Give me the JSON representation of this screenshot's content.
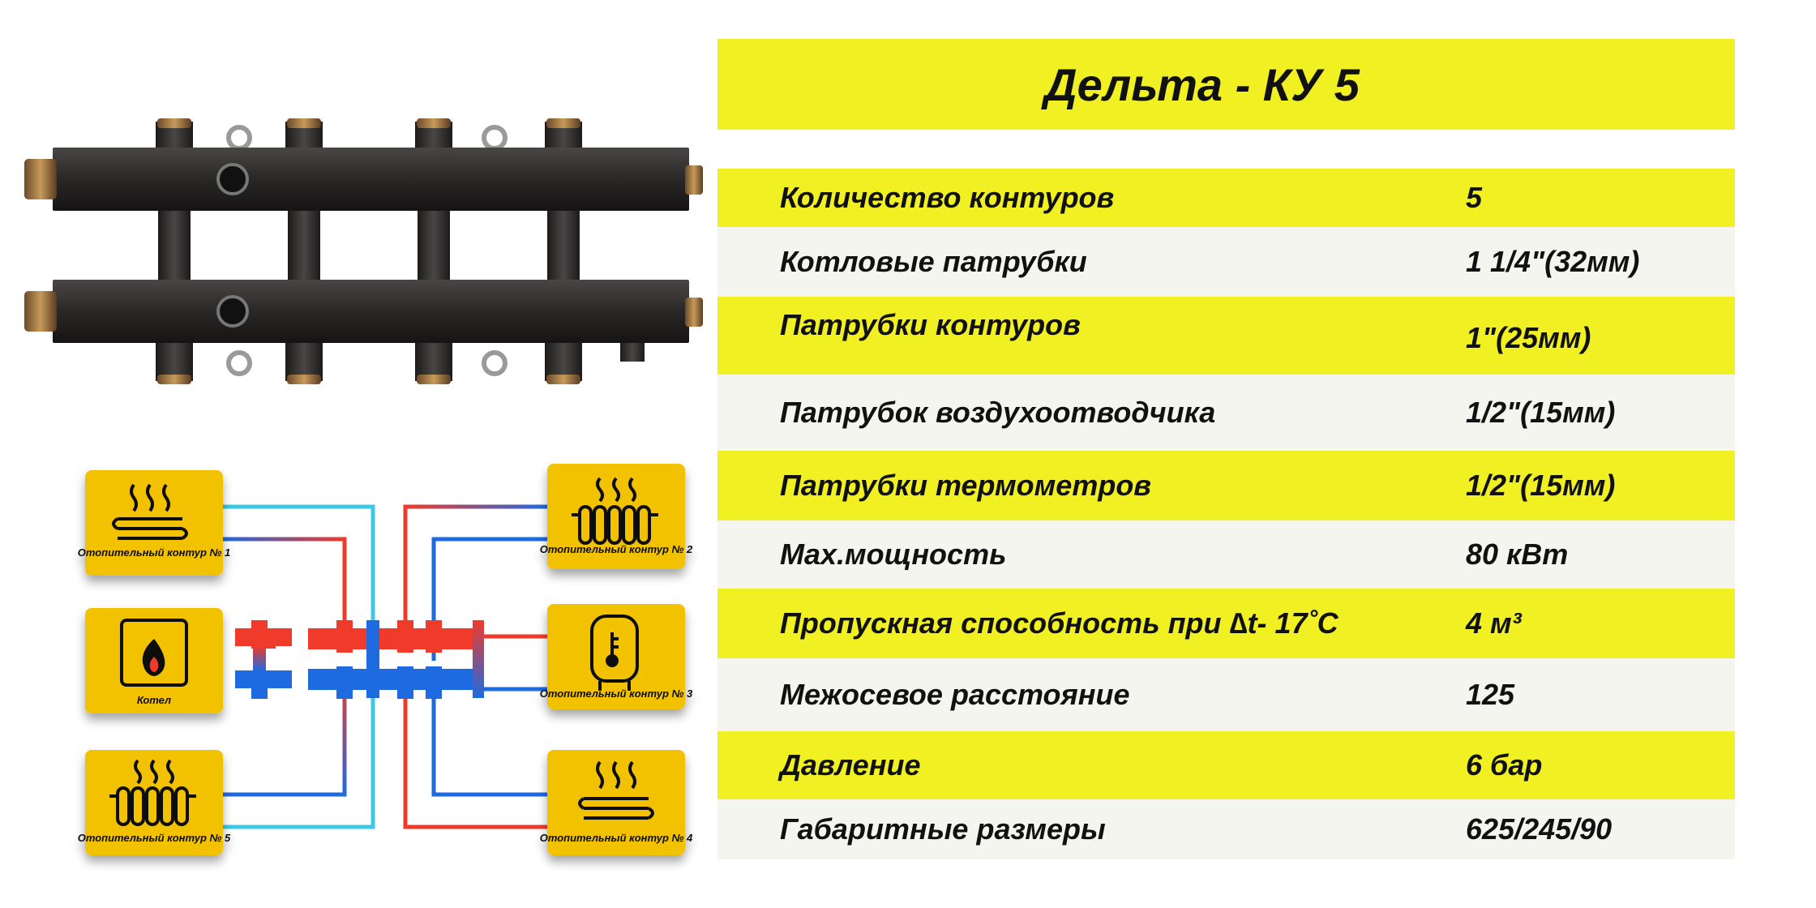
{
  "title": "Дельта - КУ 5",
  "specs": [
    {
      "label": "Количество контуров",
      "value": "5"
    },
    {
      "label": "Котловые патрубки",
      "value": "1 1/4\"(32мм)"
    },
    {
      "label": "Патрубки контуров",
      "value": "1\"(25мм)"
    },
    {
      "label": "Патрубок воздухоотводчика",
      "value": "1/2\"(15мм)"
    },
    {
      "label": " Патрубки термометров",
      "value": "1/2\"(15мм)"
    },
    {
      "label": "Max.мощность",
      "value": "80 кВт"
    },
    {
      "label": "Пропускная способность при ∆t- 17˚С",
      "value": "4 м³"
    },
    {
      "label": "Межосевое расстояние",
      "value": "125"
    },
    {
      "label": "Давление",
      "value": "6 бар"
    },
    {
      "label": "Габаритные размеры",
      "value": "625/245/90"
    }
  ],
  "scheme": {
    "contour1": "Отопительный контур № 1",
    "contour2": "Отопительный контур № 2",
    "contour3": "Отопительный контур № 3",
    "contour4": "Отопительный контур № 4",
    "contour5": "Отопительный контур № 5",
    "boiler": "Котел"
  },
  "colors": {
    "band_yellow": "#f0f022",
    "row_white": "#f5f5f0",
    "box_yellow": "#f2c200",
    "pipe_red": "#f03a2a",
    "pipe_blue": "#1e6ae0",
    "pipe_cyan": "#3cc8e6",
    "manifold": "#2a2828"
  }
}
